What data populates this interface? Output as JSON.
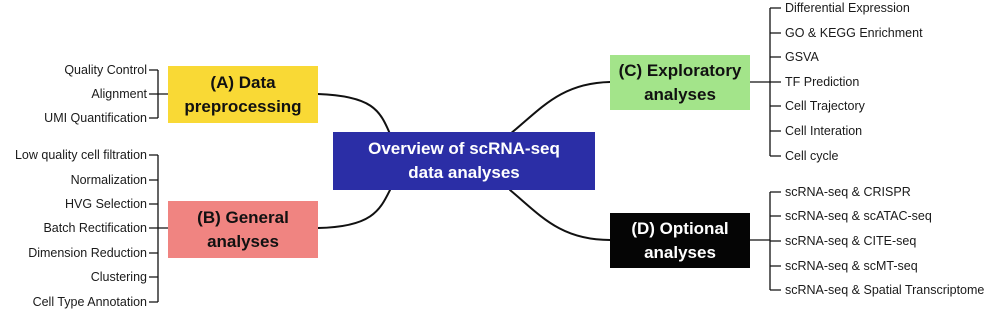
{
  "center": {
    "label_line1": "Overview of scRNA-seq",
    "label_line2": "data analyses",
    "color": "#2b2ea6",
    "text_color": "#ffffff"
  },
  "branches": {
    "A": {
      "label_line1": "(A) Data",
      "label_line2": "preprocessing",
      "color": "#f9d935",
      "text_color": "#111111",
      "items": [
        "Quality Control",
        "Alignment",
        "UMI Quantification"
      ]
    },
    "B": {
      "label_line1": "(B) General",
      "label_line2": "analyses",
      "color": "#f08481",
      "text_color": "#111111",
      "items": [
        "Low quality cell filtration",
        "Normalization",
        "HVG Selection",
        "Batch Rectification",
        "Dimension Reduction",
        "Clustering",
        "Cell Type Annotation"
      ]
    },
    "C": {
      "label_line1": "(C) Exploratory",
      "label_line2": "analyses",
      "color": "#a3e48a",
      "text_color": "#111111",
      "items": [
        "Differential Expression",
        "GO & KEGG Enrichment",
        "GSVA",
        "TF Prediction",
        "Cell Trajectory",
        "Cell Interation",
        "Cell cycle"
      ]
    },
    "D": {
      "label_line1": "(D) Optional",
      "label_line2": "analyses",
      "color": "#050505",
      "text_color": "#ffffff",
      "items": [
        "scRNA-seq & CRISPR",
        "scRNA-seq & scATAC-seq",
        "scRNA-seq & CITE-seq",
        "scRNA-seq & scMT-seq",
        "scRNA-seq & Spatial Transcriptome"
      ]
    }
  }
}
